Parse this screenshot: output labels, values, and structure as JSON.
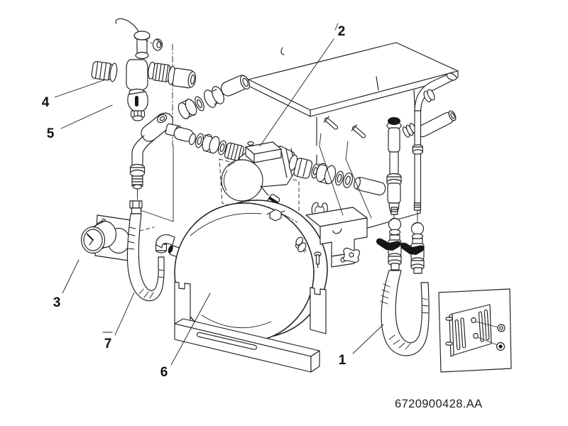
{
  "diagram": {
    "part_number": "6720900428.AA",
    "callouts": [
      {
        "label": "1"
      },
      {
        "label": "2"
      },
      {
        "label": "3"
      },
      {
        "label": "4"
      },
      {
        "label": "5"
      },
      {
        "label": "6"
      },
      {
        "label": "7"
      }
    ]
  },
  "colors": {
    "line": "#1f1f1f",
    "background": "#ffffff"
  }
}
